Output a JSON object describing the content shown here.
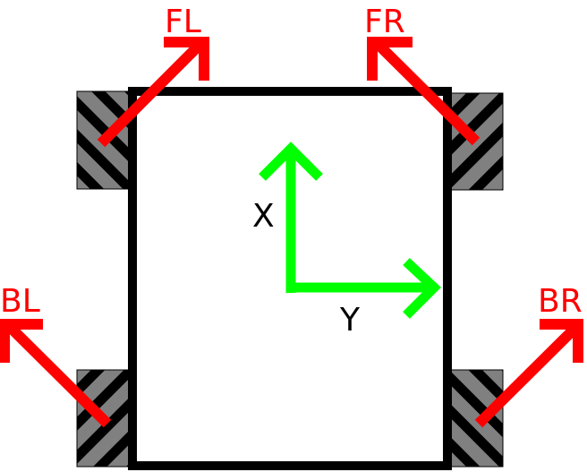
{
  "wheels": {
    "front_left": "FL",
    "front_right": "FR",
    "back_left": "BL",
    "back_right": "BR"
  },
  "axes": {
    "x_label": "X",
    "y_label": "Y"
  },
  "colors": {
    "wheel_force": "#ff0000",
    "axes": "#00ff00",
    "body": "#000000",
    "wheel_fill": "#808080"
  }
}
